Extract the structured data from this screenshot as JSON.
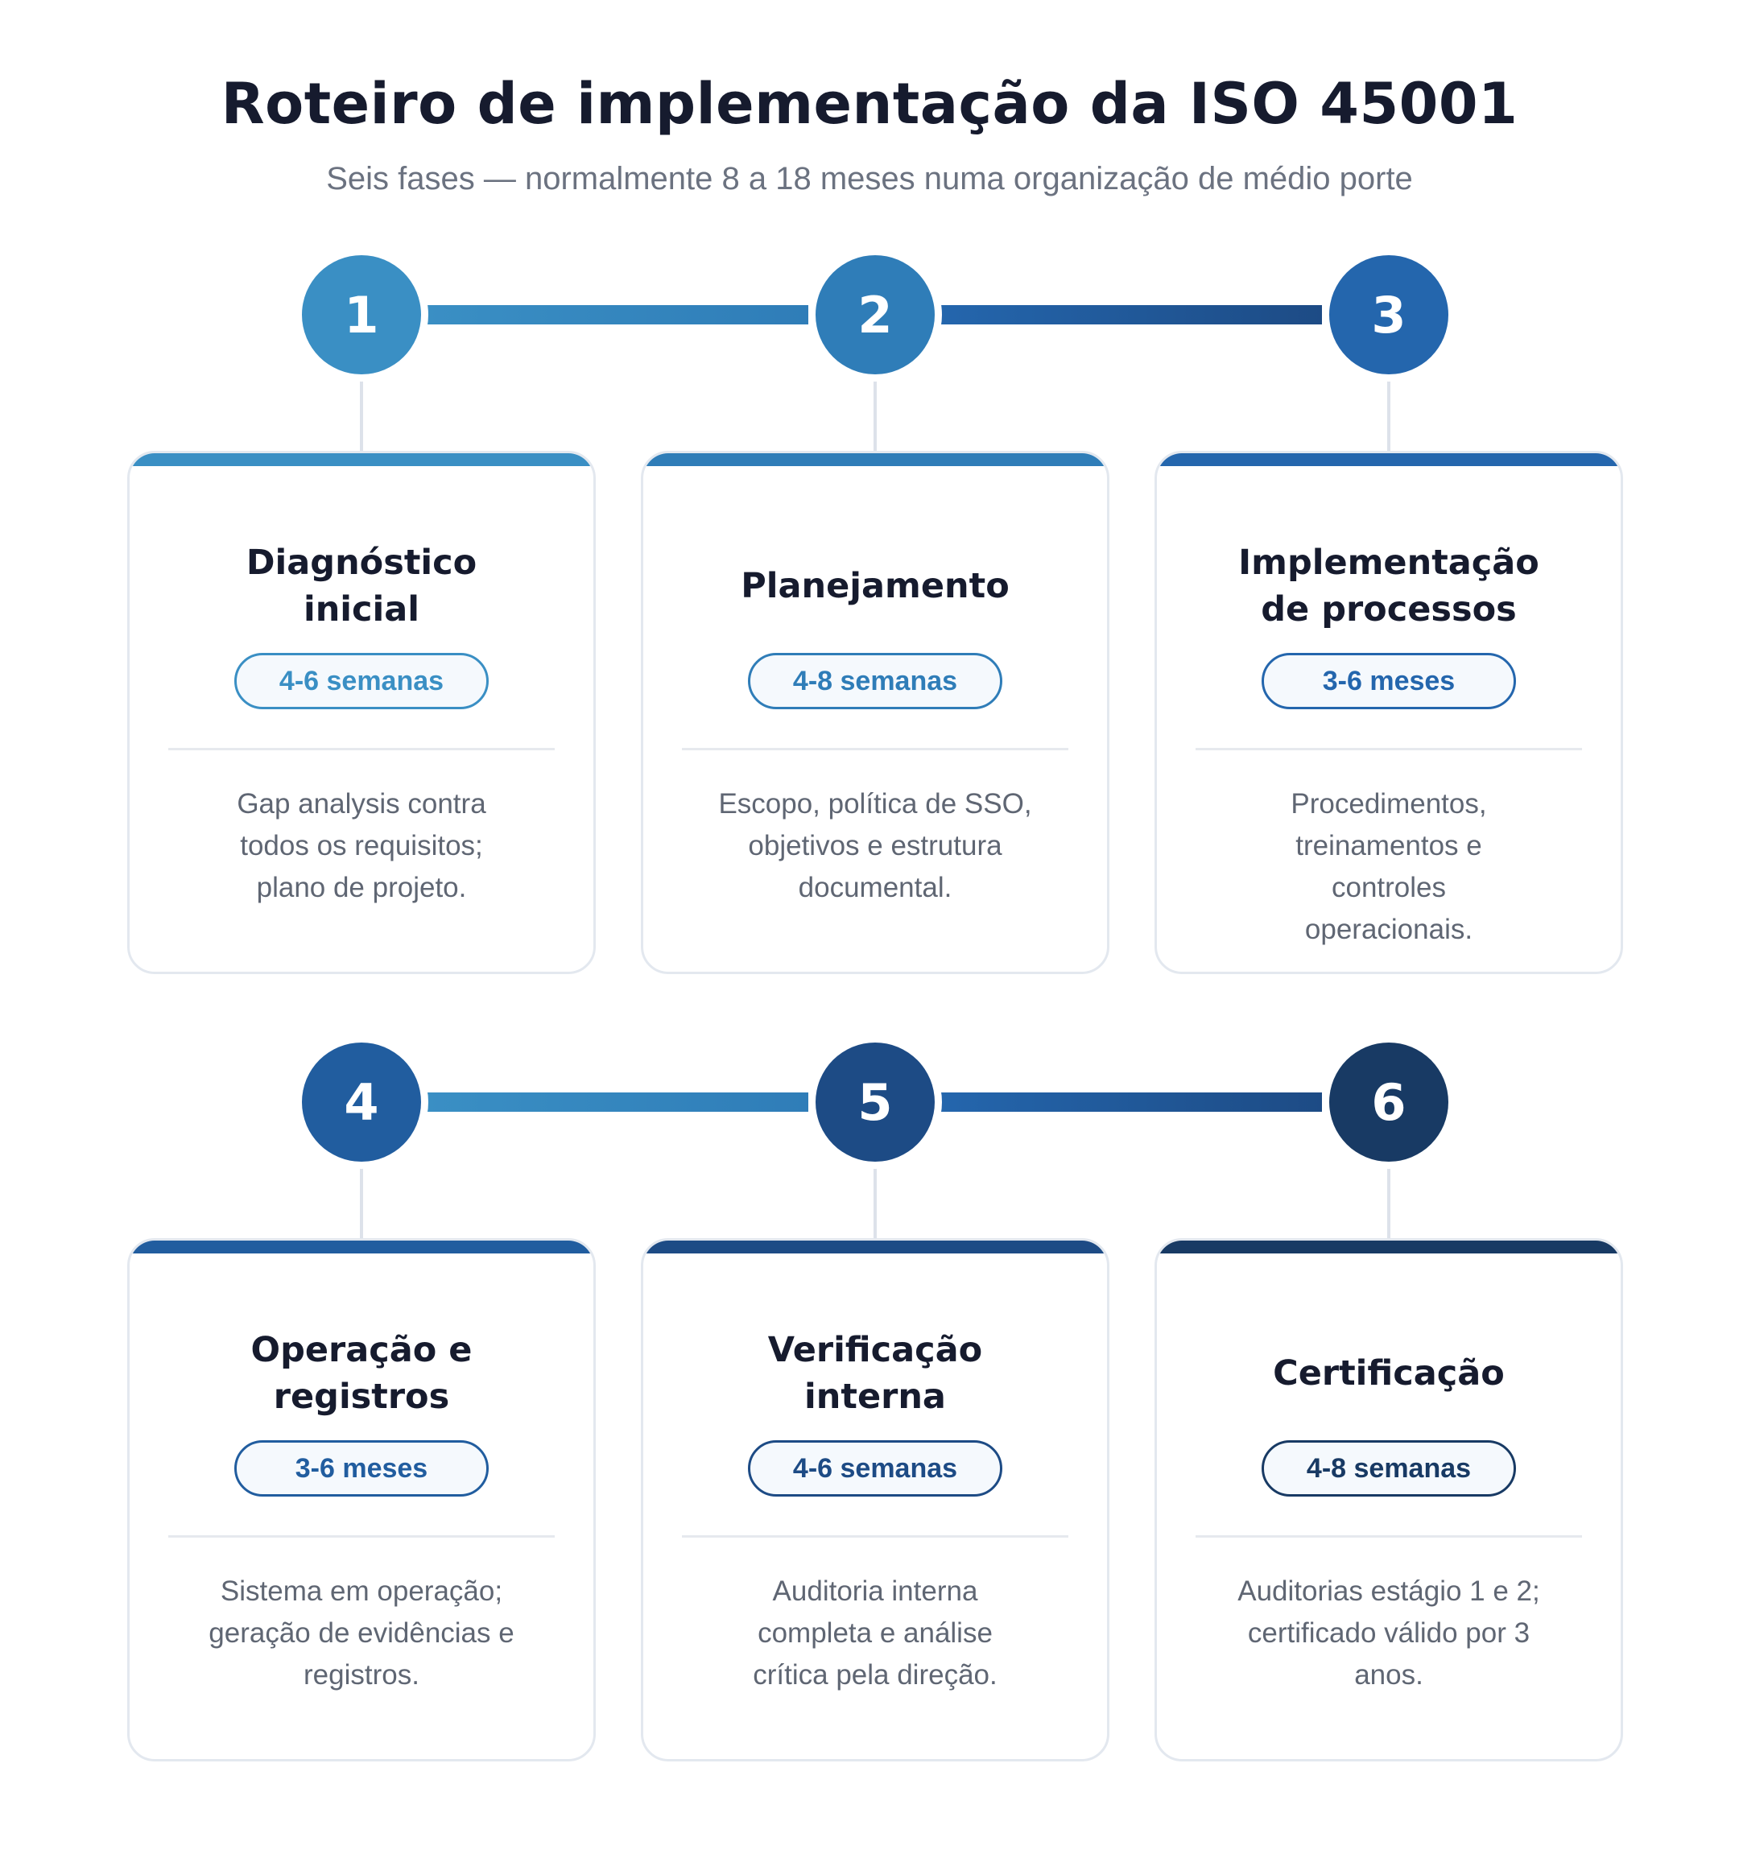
{
  "header": {
    "title": "Roteiro de implementação da ISO 45001",
    "subtitle": "Seis fases — normalmente 8 a 18 meses numa organização de médio porte"
  },
  "colors": {
    "phase1": "#3a8fc4",
    "phase2": "#2f7db8",
    "phase3": "#2466ad",
    "phase4": "#215d9f",
    "phase5": "#1d4b85",
    "phase6": "#183a64",
    "card_border": "#e3e8ef",
    "title_text": "#161b2e",
    "body_text": "#5f6673"
  },
  "phases": [
    {
      "number": "1",
      "title": "Diagnóstico inicial",
      "duration": "4-6 semanas",
      "description": "Gap analysis contra todos os requisitos; plano de projeto."
    },
    {
      "number": "2",
      "title": "Planejamento",
      "duration": "4-8 semanas",
      "description": "Escopo, política de SSO, objetivos e estrutura documental."
    },
    {
      "number": "3",
      "title": "Implementação de processos",
      "duration": "3-6 meses",
      "description": "Procedimentos, treinamentos e controles operacionais."
    },
    {
      "number": "4",
      "title": "Operação e registros",
      "duration": "3-6 meses",
      "description": "Sistema em operação; geração de evidências e registros."
    },
    {
      "number": "5",
      "title": "Verificação interna",
      "duration": "4-6 semanas",
      "description": "Auditoria interna completa e análise crítica pela direção."
    },
    {
      "number": "6",
      "title": "Certificação",
      "duration": "4-8 semanas",
      "description": "Auditorias estágio 1 e 2; certificado válido por 3 anos."
    }
  ]
}
